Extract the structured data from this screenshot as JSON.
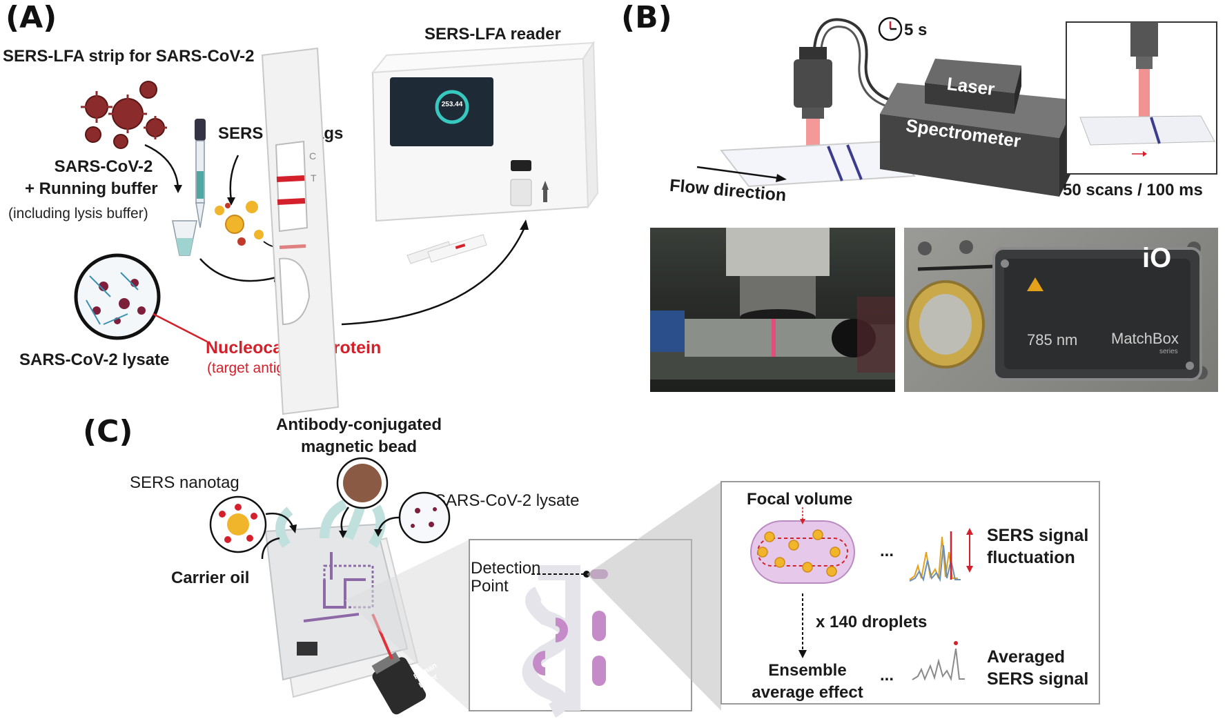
{
  "panel_a": {
    "letter": "(A)",
    "strip_title": "SERS-LFA strip for SARS-CoV-2",
    "reader_title": "SERS-LFA reader",
    "nanotags": "SERS Nanotags",
    "sample_line1": "SARS-CoV-2",
    "sample_line2": "+ Running buffer",
    "sample_note": "(including lysis buffer)",
    "lysate": "SARS-CoV-2 lysate",
    "protein": "Nucleocapsid protein",
    "protein_note": "(target antigen)",
    "strip_c": "C",
    "strip_t": "T",
    "reader_value": "253.44"
  },
  "panel_b": {
    "letter": "(B)",
    "timer": "5 s",
    "laser": "Laser",
    "spectrometer": "Spectrometer",
    "flow": "Flow direction",
    "scans": "50 scans / 100 ms",
    "device_wavelength": "785 nm",
    "device_name": "MatchBox",
    "device_series": "series",
    "device_logo": "iO"
  },
  "panel_c": {
    "letter": "(C)",
    "bead_line1": "Antibody-conjugated",
    "bead_line2": "magnetic bead",
    "nanotag": "SERS nanotag",
    "lysate": "SARS-CoV-2 lysate",
    "oil": "Carrier oil",
    "detection_line1": "Detection",
    "detection_line2": "Point",
    "focal": "Focal volume",
    "fluct_line1": "SERS signal",
    "fluct_line2": "fluctuation",
    "droplets": "x 140 droplets",
    "ensemble_line1": "Ensemble",
    "ensemble_line2": "average effect",
    "averaged_line1": "Averaged",
    "averaged_line2": "SERS signal",
    "ellipsis": "...",
    "raman_line1": "Raman",
    "raman_line2": "Laser"
  },
  "colors": {
    "accent_red": "#d4202a",
    "virus": "#8b2b2b",
    "droplet_purple": "#c58bc9",
    "nanotag_gold": "#f0b52a"
  }
}
